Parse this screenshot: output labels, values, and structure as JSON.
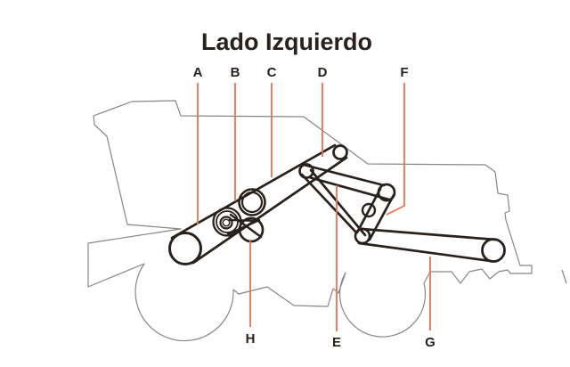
{
  "title": "Lado Izquierdo",
  "labels": [
    {
      "id": "A",
      "letter": "A"
    },
    {
      "id": "B",
      "letter": "B"
    },
    {
      "id": "C",
      "letter": "C"
    },
    {
      "id": "D",
      "letter": "D"
    },
    {
      "id": "E",
      "letter": "E"
    },
    {
      "id": "F",
      "letter": "F"
    },
    {
      "id": "G",
      "letter": "G"
    },
    {
      "id": "H",
      "letter": "H"
    }
  ],
  "colors": {
    "background": "#FFFFFF",
    "ink": "#2A211C",
    "machine_outline": "#8B8682",
    "leader_line": "#E87450"
  }
}
